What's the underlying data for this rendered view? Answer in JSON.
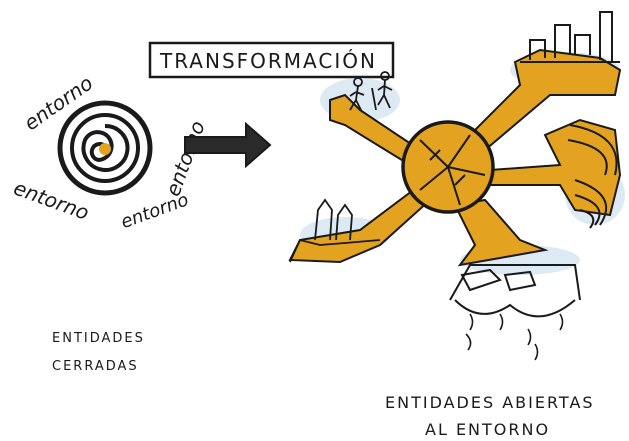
{
  "colors": {
    "ochre": "#E3A321",
    "ink": "#1a1a1a",
    "blue_wash": "#cfe0ee",
    "paper": "#ffffff"
  },
  "labels": {
    "title": "TRANSFORMACIÓN",
    "entorno_top": "entorno",
    "entorno_right": "entorno",
    "entorno_bottom_left": "entorno",
    "entorno_bottom_mid": "entorno",
    "closed_line1": "ENTIDADES",
    "closed_line2": "CERRADAS",
    "open_line1": "ENTIDADES ABIERTAS",
    "open_line2": "AL ENTORNO"
  },
  "icons": {
    "spiral": "closed-spiral-icon",
    "arrow": "right-arrow-icon",
    "hub": "open-hub-icon"
  }
}
